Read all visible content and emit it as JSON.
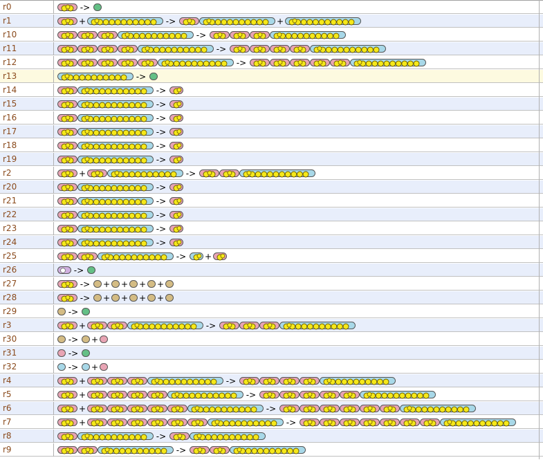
{
  "reaction_list": {
    "rows": [
      {
        "id": "r0",
        "left": [
          [
            "ms"
          ]
        ],
        "right": [
          [
            "g"
          ]
        ]
      },
      {
        "id": "r1",
        "left": [
          [
            "ms"
          ],
          [
            "bn11"
          ]
        ],
        "right": [
          [
            "ms",
            "bn11"
          ],
          [
            "bn11"
          ]
        ]
      },
      {
        "id": "r10",
        "left": [
          [
            "ms",
            "ms",
            "ms",
            "bn11"
          ]
        ],
        "right": [
          [
            "ms",
            "ms",
            "ms",
            "bn11"
          ]
        ]
      },
      {
        "id": "r11",
        "left": [
          [
            "ms",
            "ms",
            "ms",
            "ms",
            "bn11"
          ]
        ],
        "right": [
          [
            "ms",
            "ms",
            "ms",
            "ms",
            "bn11"
          ]
        ]
      },
      {
        "id": "r12",
        "left": [
          [
            "ms",
            "ms",
            "ms",
            "ms",
            "ms",
            "bn11"
          ]
        ],
        "right": [
          [
            "ms",
            "ms",
            "ms",
            "ms",
            "ms",
            "bn11"
          ]
        ]
      },
      {
        "id": "r13",
        "left": [
          [
            "bn11"
          ]
        ],
        "right": [
          [
            "g"
          ]
        ]
      },
      {
        "id": "r14",
        "left": [
          [
            "ms",
            "bn11"
          ]
        ],
        "right": [
          [
            "ps"
          ]
        ]
      },
      {
        "id": "r15",
        "left": [
          [
            "ms",
            "bn11"
          ]
        ],
        "right": [
          [
            "ps"
          ]
        ]
      },
      {
        "id": "r16",
        "left": [
          [
            "ms",
            "bn11"
          ]
        ],
        "right": [
          [
            "ps"
          ]
        ]
      },
      {
        "id": "r17",
        "left": [
          [
            "ms",
            "bn11"
          ]
        ],
        "right": [
          [
            "ps"
          ]
        ]
      },
      {
        "id": "r18",
        "left": [
          [
            "ms",
            "bn11"
          ]
        ],
        "right": [
          [
            "ps"
          ]
        ]
      },
      {
        "id": "r19",
        "left": [
          [
            "ms",
            "bn11"
          ]
        ],
        "right": [
          [
            "ps"
          ]
        ]
      },
      {
        "id": "r2",
        "left": [
          [
            "ms"
          ],
          [
            "ms",
            "bn11"
          ]
        ],
        "right": [
          [
            "ms",
            "ms",
            "bn11"
          ]
        ]
      },
      {
        "id": "r20",
        "left": [
          [
            "ms",
            "bn11"
          ]
        ],
        "right": [
          [
            "ps"
          ]
        ]
      },
      {
        "id": "r21",
        "left": [
          [
            "ms",
            "bn11"
          ]
        ],
        "right": [
          [
            "ps"
          ]
        ]
      },
      {
        "id": "r22",
        "left": [
          [
            "ms",
            "bn11"
          ]
        ],
        "right": [
          [
            "ps"
          ]
        ]
      },
      {
        "id": "r23",
        "left": [
          [
            "ms",
            "bn11"
          ]
        ],
        "right": [
          [
            "ps"
          ]
        ]
      },
      {
        "id": "r24",
        "left": [
          [
            "ms",
            "bn11"
          ]
        ],
        "right": [
          [
            "ps"
          ]
        ]
      },
      {
        "id": "r25",
        "left": [
          [
            "ms",
            "ms",
            "bn11"
          ]
        ],
        "right": [
          [
            "bs"
          ],
          [
            "ps"
          ]
        ]
      },
      {
        "id": "r26",
        "left": [
          [
            "pg"
          ]
        ],
        "right": [
          [
            "g"
          ]
        ]
      },
      {
        "id": "r27",
        "left": [
          [
            "ms"
          ]
        ],
        "right": [
          [
            "t"
          ],
          [
            "t"
          ],
          [
            "t"
          ],
          [
            "t"
          ],
          [
            "t"
          ]
        ]
      },
      {
        "id": "r28",
        "left": [
          [
            "ms"
          ]
        ],
        "right": [
          [
            "t"
          ],
          [
            "t"
          ],
          [
            "t"
          ],
          [
            "t"
          ],
          [
            "t"
          ]
        ]
      },
      {
        "id": "r29",
        "left": [
          [
            "t"
          ]
        ],
        "right": [
          [
            "g"
          ]
        ]
      },
      {
        "id": "r3",
        "left": [
          [
            "ms"
          ],
          [
            "ms",
            "ms",
            "bn11"
          ]
        ],
        "right": [
          [
            "ms",
            "ms",
            "ms",
            "bn11"
          ]
        ]
      },
      {
        "id": "r30",
        "left": [
          [
            "t"
          ]
        ],
        "right": [
          [
            "t"
          ],
          [
            "p"
          ]
        ]
      },
      {
        "id": "r31",
        "left": [
          [
            "p"
          ]
        ],
        "right": [
          [
            "g"
          ]
        ]
      },
      {
        "id": "r32",
        "left": [
          [
            "b"
          ]
        ],
        "right": [
          [
            "b"
          ],
          [
            "p"
          ]
        ]
      },
      {
        "id": "r4",
        "left": [
          [
            "ms"
          ],
          [
            "ms",
            "ms",
            "ms",
            "bn11"
          ]
        ],
        "right": [
          [
            "ms",
            "ms",
            "ms",
            "ms",
            "bn11"
          ]
        ]
      },
      {
        "id": "r5",
        "left": [
          [
            "ms"
          ],
          [
            "ms",
            "ms",
            "ms",
            "ms",
            "bn11"
          ]
        ],
        "right": [
          [
            "ms",
            "ms",
            "ms",
            "ms",
            "ms",
            "bn11"
          ]
        ]
      },
      {
        "id": "r6",
        "left": [
          [
            "ms"
          ],
          [
            "ms",
            "ms",
            "ms",
            "ms",
            "ms",
            "bn11"
          ]
        ],
        "right": [
          [
            "ms",
            "ms",
            "ms",
            "ms",
            "ms",
            "ms",
            "bn11"
          ]
        ]
      },
      {
        "id": "r7",
        "left": [
          [
            "ms"
          ],
          [
            "ms",
            "ms",
            "ms",
            "ms",
            "ms",
            "ms",
            "bn11"
          ]
        ],
        "right": [
          [
            "ms",
            "ms",
            "ms",
            "ms",
            "ms",
            "ms",
            "ms",
            "bn11"
          ]
        ]
      },
      {
        "id": "r8",
        "left": [
          [
            "ms",
            "bn11"
          ]
        ],
        "right": [
          [
            "ms",
            "bn11"
          ]
        ]
      },
      {
        "id": "r9",
        "left": [
          [
            "ms",
            "ms",
            "bn11"
          ]
        ],
        "right": [
          [
            "ms",
            "ms",
            "bn11"
          ]
        ]
      }
    ],
    "selected_row": "r13",
    "arrow_text": "->",
    "plus_text": "+"
  },
  "colors": {
    "row_alt": "#e8eefb",
    "row_plain": "#ffffff",
    "row_selected": "#fdfae0",
    "id_text": "#8a4a1c",
    "bead_fill": "#f5e81a",
    "pink": "#e8a4b4",
    "blue": "#a8d8e8",
    "green": "#64c086",
    "tan": "#d4bc84",
    "lilac": "#d0b0e0"
  }
}
